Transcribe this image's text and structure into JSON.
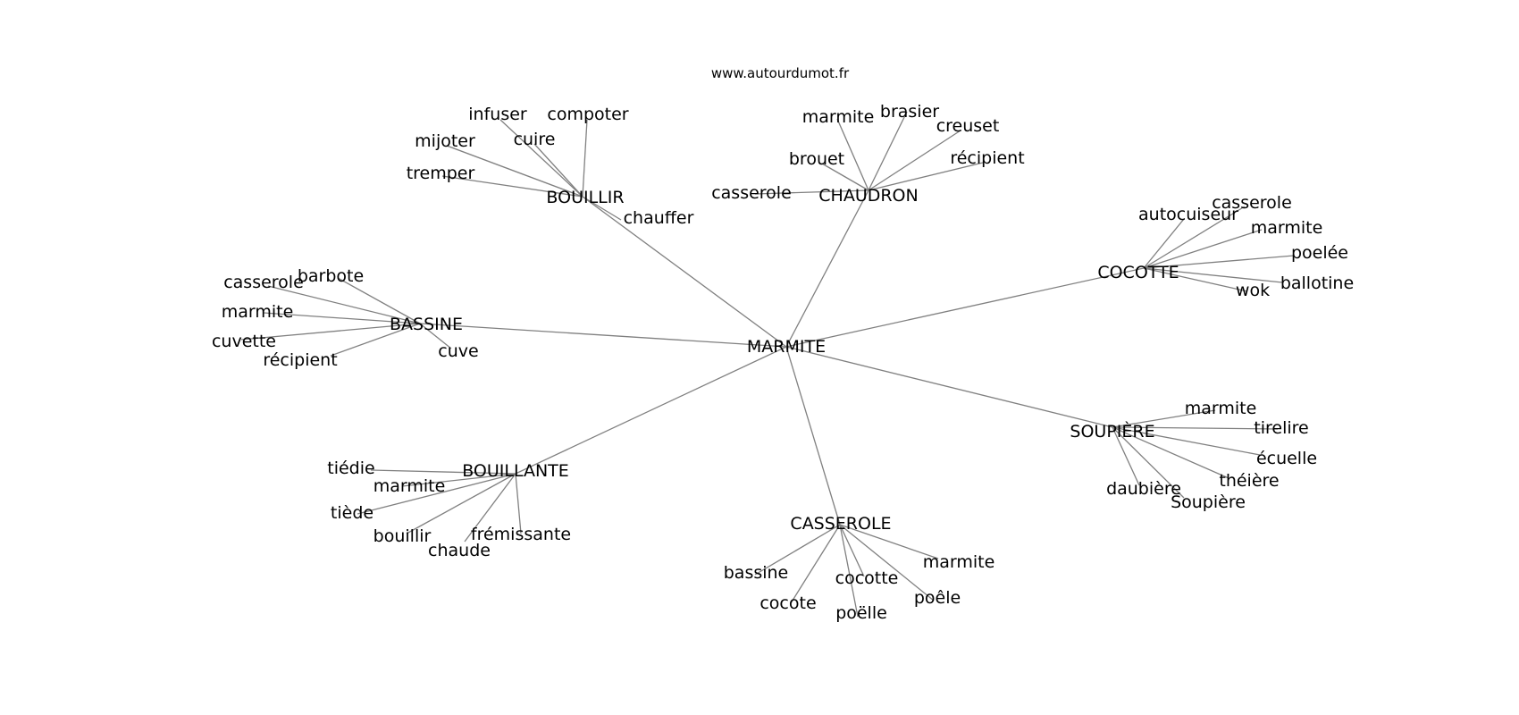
{
  "site": "www.autourdumot.fr",
  "root": "MARMITE",
  "hubs": [
    {
      "label": "BOUILLIR",
      "leaves": [
        "infuser",
        "compoter",
        "cuire",
        "mijoter",
        "tremper",
        "chauffer"
      ]
    },
    {
      "label": "CHAUDRON",
      "leaves": [
        "marmite",
        "brasier",
        "creuset",
        "brouet",
        "récipient",
        "casserole"
      ]
    },
    {
      "label": "COCOTTE",
      "leaves": [
        "autocuiseur",
        "casserole",
        "marmite",
        "poelée",
        "ballotine",
        "wok"
      ]
    },
    {
      "label": "BASSINE",
      "leaves": [
        "barbote",
        "casserole",
        "marmite",
        "cuvette",
        "récipient",
        "cuve"
      ]
    },
    {
      "label": "SOUPIÈRE",
      "leaves": [
        "marmite",
        "tirelire",
        "écuelle",
        "théière",
        "daubière",
        "Soupière"
      ]
    },
    {
      "label": "BOUILLANTE",
      "leaves": [
        "tiédie",
        "marmite",
        "tiède",
        "bouillir",
        "chaude",
        "frémissante"
      ]
    },
    {
      "label": "CASSEROLE",
      "leaves": [
        "marmite",
        "bassine",
        "cocotte",
        "poêle",
        "cocote",
        "poëlle"
      ]
    }
  ]
}
